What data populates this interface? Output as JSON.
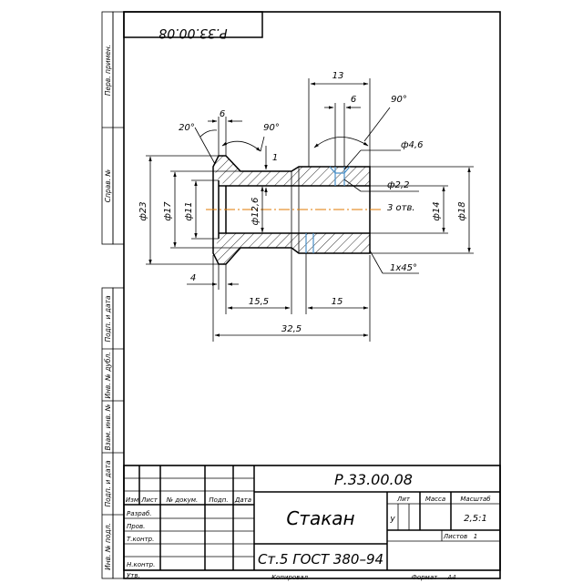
{
  "drawing": {
    "code": "Р.33.00.08",
    "code_rotated": "Р.33.00.08",
    "part_name": "Стакан",
    "material": "Ст.5 ГОСТ 380–94",
    "lit": "у",
    "scale": "2,5:1",
    "sheets_label": "Листов",
    "sheets_value": "1",
    "copied_label": "Копировал",
    "format_label": "Формат",
    "format_value": "А4"
  },
  "title_block": {
    "headers": {
      "izm": "Изм",
      "list": "Лист",
      "doc_no": "№ докум.",
      "signature": "Подп.",
      "date": "Дата",
      "lit": "Лит",
      "mass": "Масса",
      "scale": "Масштаб"
    },
    "roles": [
      "Разраб.",
      "Пров.",
      "Т.контр.",
      "",
      "Н.контр.",
      "Утв."
    ]
  },
  "side_labels": {
    "perv_primen": "Перв. примен.",
    "sprav_no": "Справ. №",
    "podp_data_1": "Подп. и дата",
    "inv_dubl": "Инв. № дубл.",
    "vzam_inv": "Взам. инв. №",
    "podp_data_2": "Подп. и дата",
    "inv_podl": "Инв. № подл."
  },
  "dimensions": {
    "d23": "ф23",
    "d17": "ф17",
    "d11": "ф11",
    "d12_6": "ф12,6",
    "d14": "ф14",
    "d18": "ф18",
    "d4_6": "ф4,6",
    "d2_2": "ф2,2",
    "holes": "3 отв.",
    "angle_20": "20°",
    "angle_90_left": "90°",
    "angle_90_right": "90°",
    "len_6_left": "6",
    "len_6_right": "6",
    "len_13": "13",
    "len_1": "1",
    "len_4": "4",
    "len_15_5": "15,5",
    "len_15": "15",
    "len_32_5": "32,5",
    "chamfer": "1х45°"
  }
}
